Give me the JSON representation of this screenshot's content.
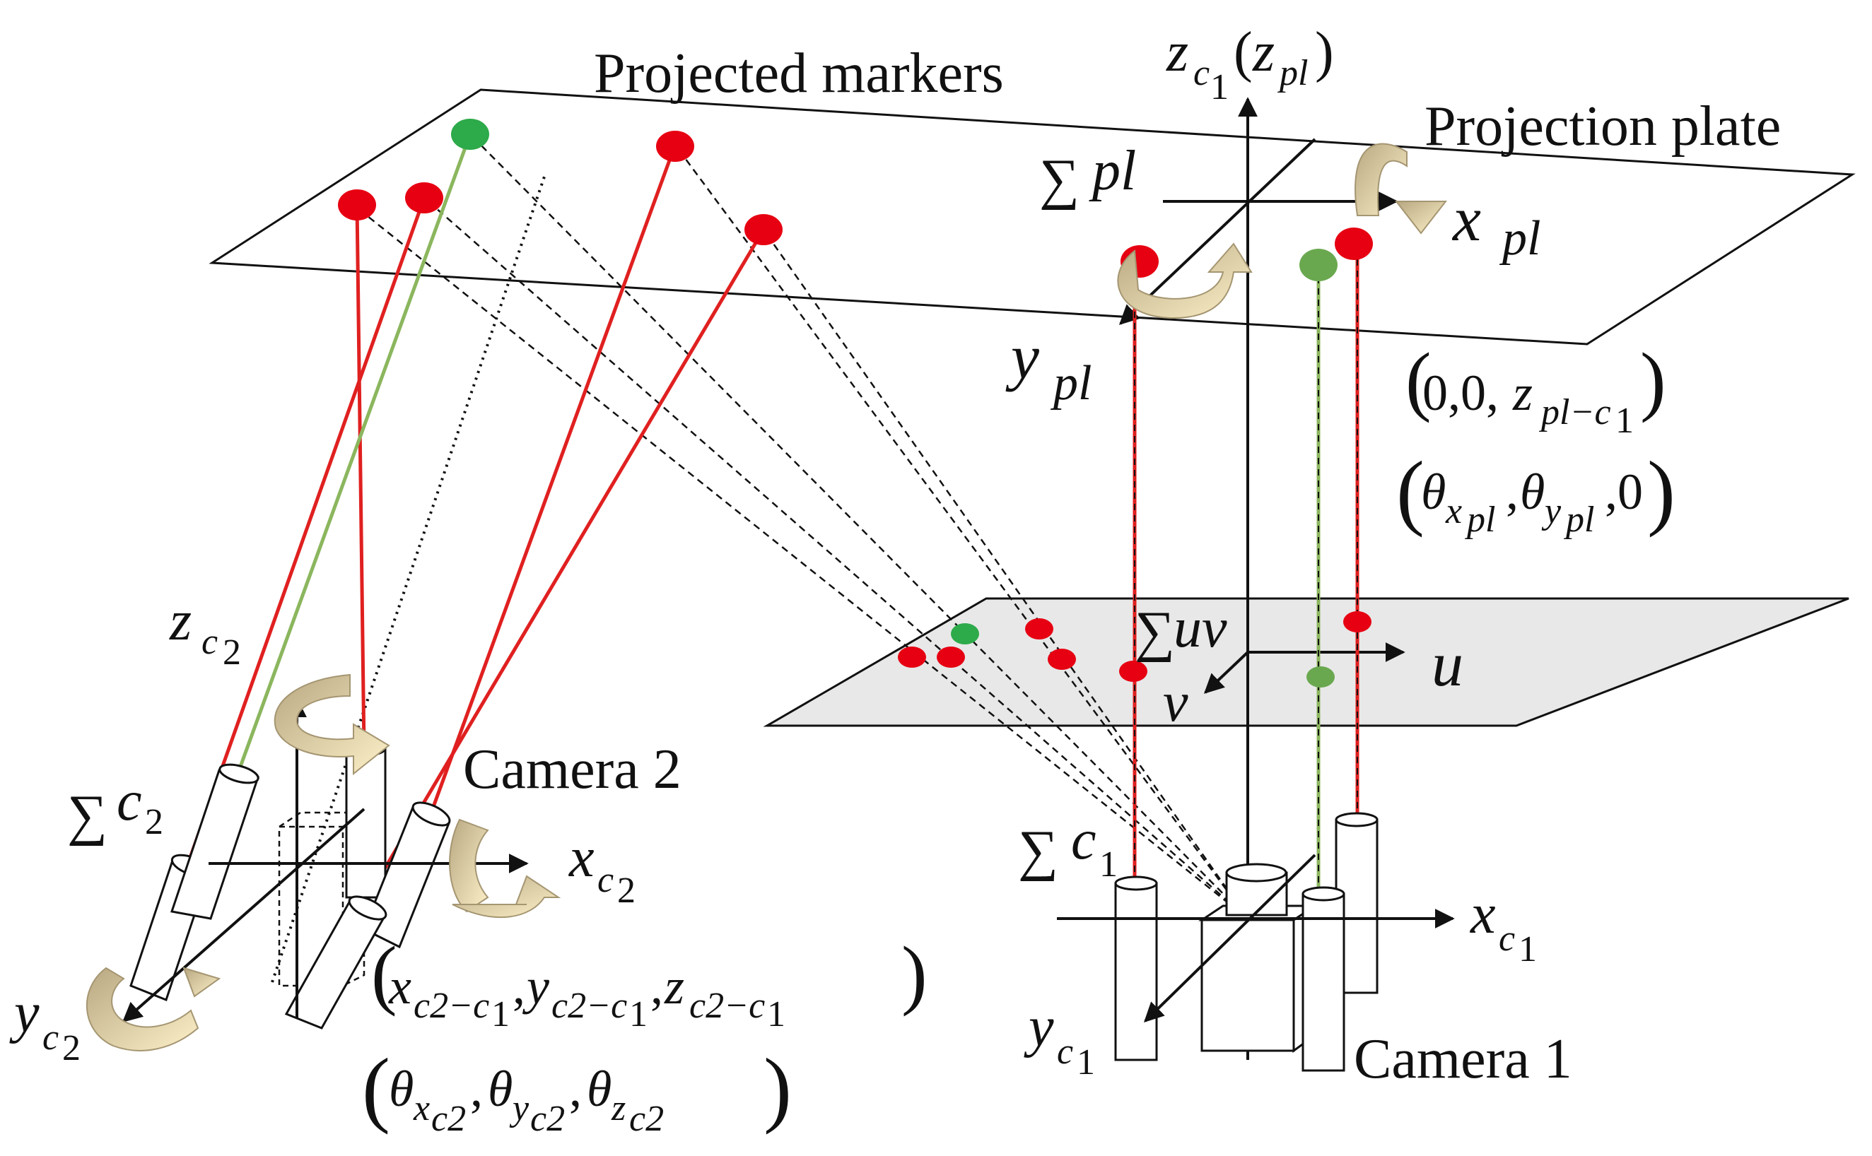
{
  "labels": {
    "projected_markers": "Projected markers",
    "projection_plate": "Projection plate",
    "camera1": "Camera 1",
    "camera2": "Camera 2",
    "sigma": "∑",
    "pl": "pl",
    "uv": "uv",
    "u": "u",
    "v": "v",
    "x": "x",
    "y": "y",
    "z": "z",
    "c": "c",
    "one": "1",
    "two": "2"
  },
  "coordinates": {
    "plate_translation": "(0,0, z pl−c1 )",
    "plate_rotation": "(θx pl , θy pl ,0)",
    "cam2_translation": "(xc2−c1 , yc2−c1 , zc2−c1 )",
    "cam2_rotation": "(θx c2 , θy c2 , θz c2 )"
  },
  "colors": {
    "red_marker": "#e60012",
    "green_marker": "#2daa4a",
    "red_ray": "#e02020",
    "green_ray": "#8bb65e",
    "image_plane": "#e8e8e8",
    "rotation_arrow": "#c8bb95",
    "rotation_arrow_light": "#fdf1c9",
    "axis": "#111111"
  },
  "icons": {
    "rotation": "curved-arrow-icon",
    "camera": "cylinder-camera-icon"
  }
}
